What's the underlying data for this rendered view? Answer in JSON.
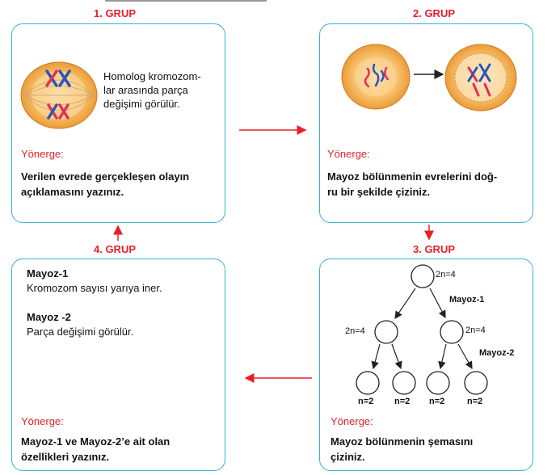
{
  "colors": {
    "accent": "#e8202a",
    "border": "#3bb0d6"
  },
  "group1": {
    "title": "1. GRUP",
    "desc_lines": [
      "Homolog kromozom-",
      "lar arasında parça",
      "değişimi görülür."
    ],
    "yonerge": "Yönerge:",
    "instr_lines": [
      "Verilen evrede gerçekleşen olayın",
      "açıklamasını yazınız."
    ]
  },
  "group2": {
    "title": "2. GRUP",
    "yonerge": "Yönerge:",
    "instr_lines": [
      "Mayoz bölünmenin evrelerini doğ-",
      "ru bir şekilde çiziniz."
    ]
  },
  "group3": {
    "title": "3. GRUP",
    "yonerge": "Yönerge:",
    "instr_lines": [
      "Mayoz bölünmenin şemasını",
      "çiziniz."
    ],
    "top_label": "2n=4",
    "mid_left_label": "2n=4",
    "mid_right_label": "2n=4",
    "mayoz1": "Mayoz-1",
    "mayoz2": "Mayoz-2",
    "leaf_labels": [
      "n=2",
      "n=2",
      "n=2",
      "n=2"
    ]
  },
  "group4": {
    "title": "4. GRUP",
    "m1_title": "Mayoz-1",
    "m1_text": "Kromozom sayısı yarıya iner.",
    "m2_title": "Mayoz -2",
    "m2_text": "Parça değişimi görülür.",
    "yonerge": "Yönerge:",
    "instr_lines": [
      "Mayoz-1 ve Mayoz-2’e ait olan",
      "özellikleri yazınız."
    ]
  }
}
